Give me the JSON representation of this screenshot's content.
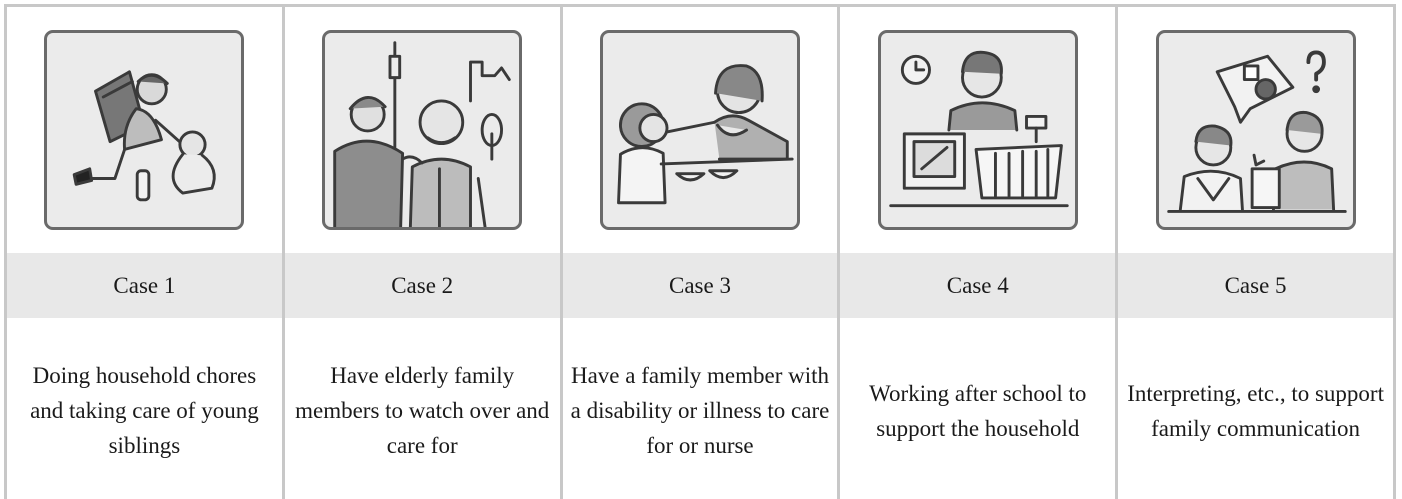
{
  "cases": [
    {
      "label": "Case 1",
      "description": "Doing household chores and taking care of young siblings",
      "icon": "sibling-care-icon"
    },
    {
      "label": "Case 2",
      "description": "Have elderly family members to watch over and care for",
      "icon": "elderly-care-icon"
    },
    {
      "label": "Case 3",
      "description": "Have a family member with a disability or illness to care for or nurse",
      "icon": "feeding-care-icon"
    },
    {
      "label": "Case 4",
      "description": "Working after school to support the household",
      "icon": "cashier-work-icon"
    },
    {
      "label": "Case 5",
      "description": "Interpreting, etc., to support family communication",
      "icon": "interpreting-icon"
    }
  ]
}
